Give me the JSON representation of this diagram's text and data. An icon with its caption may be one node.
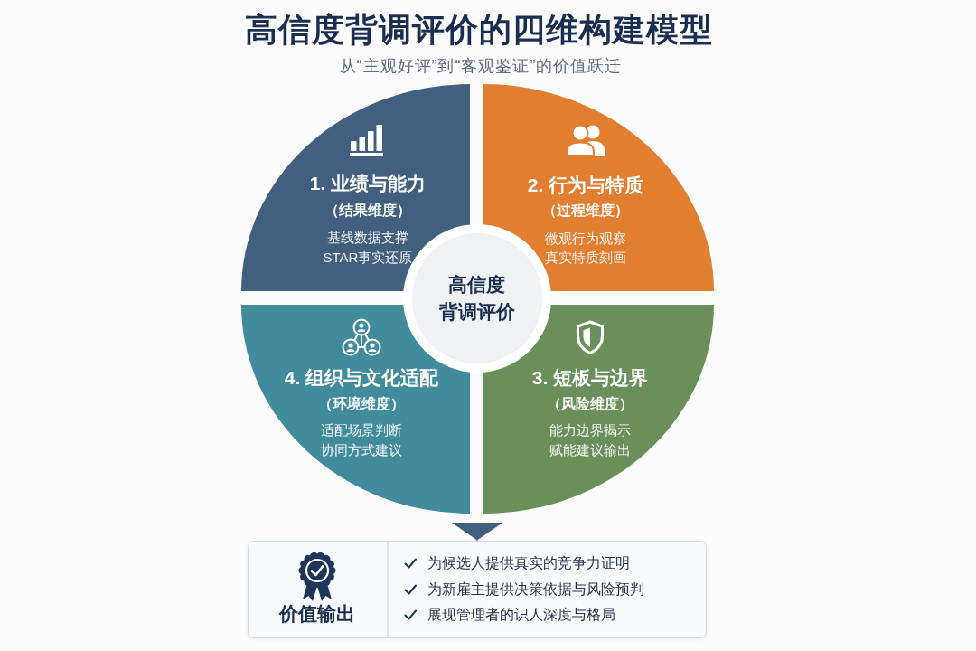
{
  "diagram": {
    "title": "高信度背调评价的四维构建模型",
    "nodes": [
      {
        "text": [
          "1. 业绩与能力",
          "（结果维度）",
          "基线数据支撑",
          "STAR事实还原"
        ]
      },
      {
        "text": [
          "2. 行为与特质",
          "（过程维度）",
          "微观行为观察",
          "真实特质刻画"
        ]
      },
      {
        "text": [
          "高信度背调评价"
        ]
      },
      {
        "text": [
          "4. 组织与文化适配",
          "（环境维度）",
          "适配场景判断",
          "协同方式建议"
        ]
      },
      {
        "text": [
          "3. 短板与边界",
          "（风险维度）",
          "能力边界揭示",
          "赋能建议输出"
        ]
      },
      {
        "text": [
          "价值输出",
          "为候选人提供真实的竞争力证明",
          "为新雇主提供决策依据与风险预判",
          "展现管理者的识人深度与格局"
        ]
      }
    ],
    "edges": [
      {
        "from": null,
        "to": 5,
        "arrow": "to"
      }
    ],
    "labels": [
      "从“主观好评”到“客观鉴证”的价值跃迁"
    ]
  }
}
